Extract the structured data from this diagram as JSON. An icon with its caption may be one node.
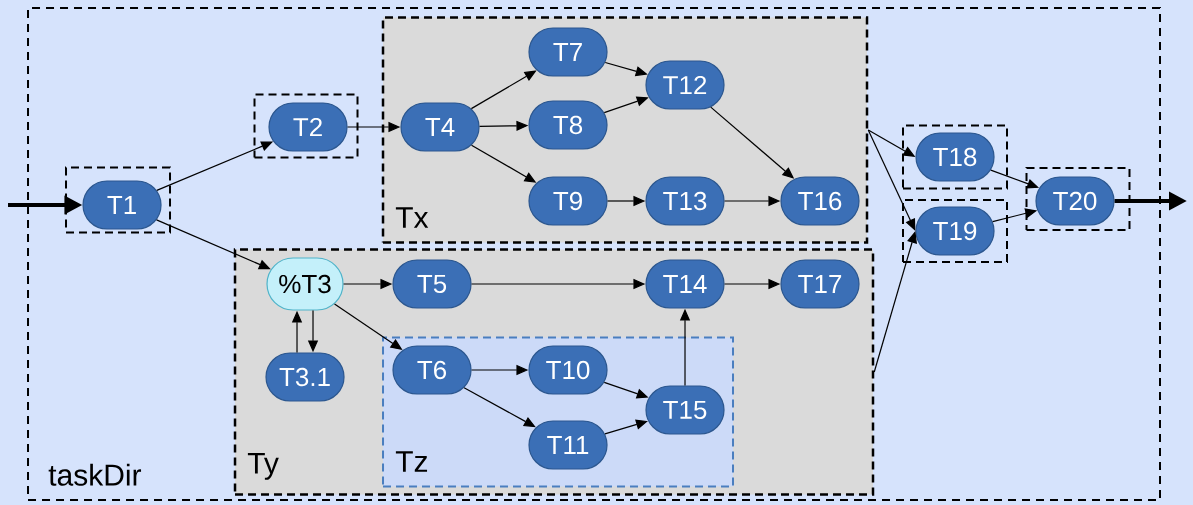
{
  "diagram": {
    "nodes": [
      {
        "text": [
          "taskDir"
        ]
      },
      {
        "text": [],
        "shape": "box",
        "in": 0
      },
      {
        "text": [
          "T1"
        ],
        "in": 1
      },
      {
        "text": [],
        "shape": "box",
        "in": 0
      },
      {
        "text": [
          "T2"
        ],
        "in": 3
      },
      {
        "text": [
          "Tx"
        ],
        "in": 0
      },
      {
        "text": [
          "T4"
        ],
        "in": 5
      },
      {
        "text": [
          "T7"
        ],
        "in": 5
      },
      {
        "text": [
          "T8"
        ],
        "in": 5
      },
      {
        "text": [
          "T9"
        ],
        "in": 5
      },
      {
        "text": [
          "T12"
        ],
        "in": 5
      },
      {
        "text": [
          "T13"
        ],
        "in": 5
      },
      {
        "text": [
          "T16"
        ],
        "in": 5
      },
      {
        "text": [],
        "shape": "box",
        "in": 0
      },
      {
        "text": [
          "T18"
        ],
        "in": 13
      },
      {
        "text": [],
        "shape": "box",
        "in": 0
      },
      {
        "text": [
          "T19"
        ],
        "in": 15
      },
      {
        "text": [],
        "shape": "box",
        "in": 0
      },
      {
        "text": [
          "T20"
        ],
        "in": 17
      },
      {
        "text": [
          "Ty"
        ],
        "in": 0
      },
      {
        "text": [
          "%T3"
        ],
        "in": 19
      },
      {
        "text": [
          "T5"
        ],
        "in": 19
      },
      {
        "text": [
          "T14"
        ],
        "in": 19
      },
      {
        "text": [
          "T17"
        ],
        "in": 19
      },
      {
        "text": [
          "T3.1"
        ],
        "in": 19
      },
      {
        "text": [
          "Tz"
        ],
        "in": 19
      },
      {
        "text": [
          "T6"
        ],
        "in": 25
      },
      {
        "text": [
          "T10"
        ],
        "in": 25
      },
      {
        "text": [
          "T15"
        ],
        "in": 25
      },
      {
        "text": [
          "T11"
        ],
        "in": 25
      }
    ],
    "edges": [
      {
        "from": null,
        "to": 2,
        "arrow": "to",
        "style": "thick"
      },
      {
        "from": 18,
        "to": null,
        "arrow": "to",
        "style": "thick"
      },
      {
        "from": 2,
        "to": 4,
        "arrow": "to"
      },
      {
        "from": 2,
        "to": 20,
        "arrow": "to"
      },
      {
        "from": 4,
        "to": 6,
        "arrow": "to"
      },
      {
        "from": 6,
        "to": 7,
        "arrow": "to"
      },
      {
        "from": 6,
        "to": 8,
        "arrow": "to"
      },
      {
        "from": 6,
        "to": 9,
        "arrow": "to"
      },
      {
        "from": 7,
        "to": 10,
        "arrow": "to"
      },
      {
        "from": 8,
        "to": 10,
        "arrow": "to"
      },
      {
        "from": 9,
        "to": 11,
        "arrow": "to"
      },
      {
        "from": 10,
        "to": 12,
        "arrow": "to"
      },
      {
        "from": 11,
        "to": 12,
        "arrow": "to"
      },
      {
        "from": 5,
        "to": 14,
        "arrow": "to"
      },
      {
        "from": 5,
        "to": 16,
        "arrow": "to"
      },
      {
        "from": 19,
        "to": 16,
        "arrow": "to"
      },
      {
        "from": 14,
        "to": 18,
        "arrow": "to"
      },
      {
        "from": 16,
        "to": 18,
        "arrow": "to"
      },
      {
        "from": 20,
        "to": 21,
        "arrow": "to"
      },
      {
        "from": 20,
        "to": 26,
        "arrow": "to"
      },
      {
        "from": 20,
        "to": 24,
        "arrow": "to"
      },
      {
        "from": 24,
        "to": 20,
        "arrow": "to"
      },
      {
        "from": 21,
        "to": 22,
        "arrow": "to"
      },
      {
        "from": 22,
        "to": 23,
        "arrow": "to"
      },
      {
        "from": 26,
        "to": 27,
        "arrow": "to"
      },
      {
        "from": 26,
        "to": 29,
        "arrow": "to"
      },
      {
        "from": 27,
        "to": 28,
        "arrow": "to"
      },
      {
        "from": 29,
        "to": 28,
        "arrow": "to"
      },
      {
        "from": 28,
        "to": 22,
        "arrow": "to"
      }
    ]
  }
}
